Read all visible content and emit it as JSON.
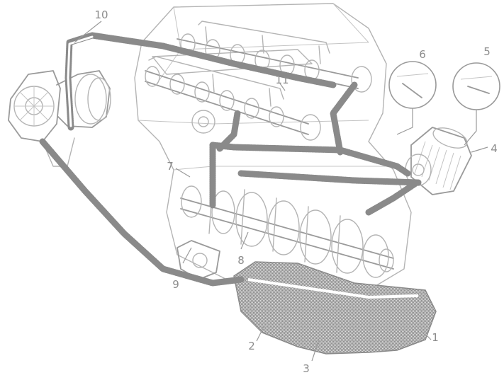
{
  "callouts": [
    {
      "id": "callout-1",
      "text": "1"
    },
    {
      "id": "callout-2",
      "text": "2"
    },
    {
      "id": "callout-3",
      "text": "3"
    },
    {
      "id": "callout-4",
      "text": "4"
    },
    {
      "id": "callout-5",
      "text": "5"
    },
    {
      "id": "callout-6",
      "text": "6"
    },
    {
      "id": "callout-7",
      "text": "7"
    },
    {
      "id": "callout-8",
      "text": "8"
    },
    {
      "id": "callout-9",
      "text": "9"
    },
    {
      "id": "callout-10",
      "text": "10"
    },
    {
      "id": "callout-11",
      "text": "11"
    }
  ]
}
